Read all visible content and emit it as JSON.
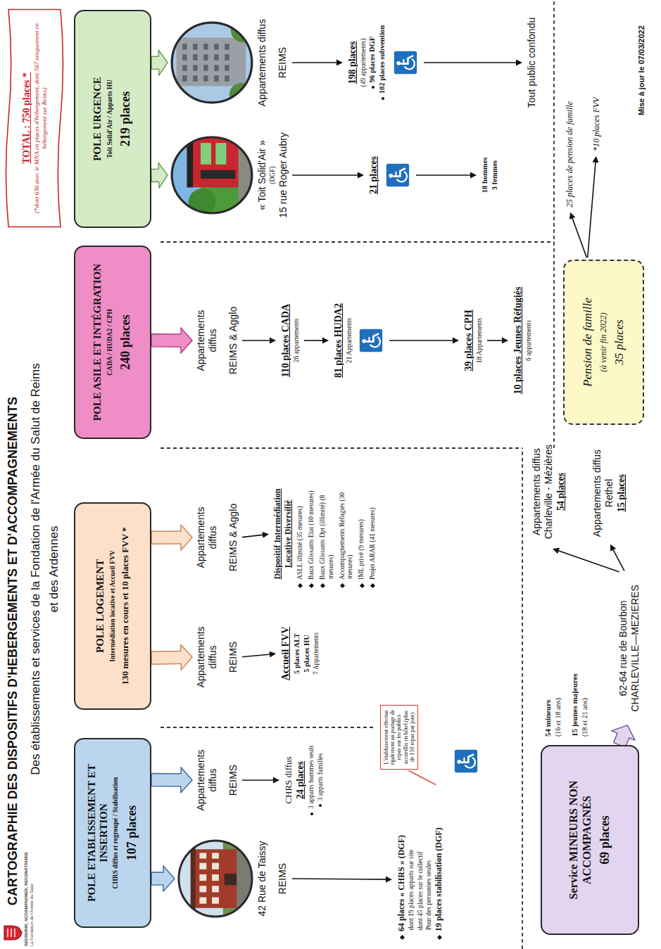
{
  "diagram": {
    "title": "CARTOGRAPHIE DES DISPOSITIFS D'HEBERGEMENTS ET D'ACCOMPAGNEMENTS",
    "nodes": [
      {
        "text": [
          "TOTAL : 750 places *",
          "(*dont 636 avec le MNA en places d'hébergement, dont 567 uniquement en hébergement sur Reims)"
        ]
      },
      {
        "text": [
          "POLE ETABLISSEMENT ET INSERTION",
          "CHRS diffus et regroupé / Stabilisation",
          "107 places"
        ]
      },
      {
        "text": [
          "POLE LOGEMENT",
          "Intermédiation locative et Accueil FVV",
          "130 mesures en cours et 10 places FVV *"
        ]
      },
      {
        "text": [
          "POLE ASILE ET INTÉGRATION",
          "CADA / HUDA2 / CPH",
          "240 places"
        ]
      },
      {
        "text": [
          "POLE URGENCE",
          "Toit Solid'Air / Apparts HU",
          "219 places"
        ]
      },
      {
        "text": [
          "42 Rue de Taissy",
          "REIMS"
        ]
      },
      {
        "text": [
          "64 places « CHRS » (DGF)",
          "dont 19 places apparts sur site",
          "dont 45 places sur le collectif",
          "Pour des personnes seules",
          "19 places stabilisation (DGF)"
        ]
      },
      {
        "text": [
          "Appartements diffus",
          "REIMS"
        ]
      },
      {
        "text": [
          "CHRS diffus",
          "24 places",
          "3 apparts hommes seuls",
          "3 apparts familles"
        ]
      },
      {
        "text": [
          "L'établissement effectue également un portage de repas sur les publics accueillis en hôtel (plus de 150 repas par jour)"
        ]
      },
      {
        "text": [
          "Appartements diffus",
          "REIMS"
        ]
      },
      {
        "text": [
          "Accueil FVV",
          "5 places ALT",
          "5 places HU",
          "7 Appartements"
        ]
      },
      {
        "text": [
          "Appartements diffus",
          "REIMS & Agglo"
        ]
      },
      {
        "text": [
          "Dispositif Intermédiation Locative Diversifié",
          "ASLL illimité (35 mesures)",
          "Baux Glissants Etat (10 mesures)",
          "Baux Glissants Dpt (illimité) (8 mesures)",
          "Accompagnements Réfugiés (30 mesures)",
          "IML privé (9 mesures)",
          "Projet ARAR (41 mesures)"
        ]
      },
      {
        "text": [
          "Appartements diffus",
          "REIMS & Agglo"
        ]
      },
      {
        "text": [
          "110 places CADA",
          "26 appartements"
        ]
      },
      {
        "text": [
          "81 places HUDA2",
          "21 Appartements"
        ]
      },
      {
        "text": [
          "39 places CPH",
          "18 Appartements"
        ]
      },
      {
        "text": [
          "10 places Jeunes Réfugiés",
          "6 appartements"
        ]
      },
      {
        "text": [
          "Pension de famille",
          "(à venir fin 2022)",
          "35 places"
        ]
      },
      {
        "text": [
          "25 places de pension de famille"
        ]
      },
      {
        "text": [
          "*10 places FVV"
        ]
      },
      {
        "text": [
          "« Toit Solid'Air »",
          "(DGF)",
          "15 rue Roger Aubry"
        ]
      },
      {
        "text": [
          "21 places"
        ]
      },
      {
        "text": [
          "18 hommes",
          "3 femmes"
        ]
      },
      {
        "text": [
          "Appartements diffus",
          "REIMS"
        ]
      },
      {
        "text": [
          "198 places",
          "(49 appartements)",
          "96 places DGF",
          "102 places subvention"
        ]
      },
      {
        "text": [
          "Tout public confondu"
        ]
      },
      {
        "text": [
          "Service MINEURS NON ACCOMPAGNÉS",
          "69 places"
        ]
      },
      {
        "text": [
          "62-64 rue de Bourbon",
          "CHARLEVILLE—MEZIERES"
        ]
      },
      {
        "text": [
          "Appartements diffus",
          "Charleville - Mézières",
          "54 places"
        ]
      },
      {
        "text": [
          "Appartements diffus",
          "Rethel",
          "15 places"
        ]
      }
    ],
    "edges": [
      {
        "from": 1,
        "to": 5,
        "arrow": "to"
      },
      {
        "from": 1,
        "to": 7,
        "arrow": "to"
      },
      {
        "from": 5,
        "to": 6,
        "arrow": "to"
      },
      {
        "from": 9,
        "to": 6,
        "arrow": "none"
      },
      {
        "from": 7,
        "to": 8,
        "arrow": "to"
      },
      {
        "from": 2,
        "to": 10,
        "arrow": "to"
      },
      {
        "from": 2,
        "to": 12,
        "arrow": "to"
      },
      {
        "from": 10,
        "to": 11,
        "arrow": "to"
      },
      {
        "from": 12,
        "to": 13,
        "arrow": "to"
      },
      {
        "from": 3,
        "to": 14,
        "arrow": "to"
      },
      {
        "from": 14,
        "to": 15,
        "arrow": "to"
      },
      {
        "from": 15,
        "to": 16,
        "arrow": "to"
      },
      {
        "from": 16,
        "to": 17,
        "arrow": "to"
      },
      {
        "from": 17,
        "to": 18,
        "arrow": "to"
      },
      {
        "from": 19,
        "to": 20,
        "arrow": "to"
      },
      {
        "from": 19,
        "to": 21,
        "arrow": "to"
      },
      {
        "from": 4,
        "to": 22,
        "arrow": "to"
      },
      {
        "from": 4,
        "to": 25,
        "arrow": "to"
      },
      {
        "from": 22,
        "to": 23,
        "arrow": "to"
      },
      {
        "from": 23,
        "to": 24,
        "arrow": "to"
      },
      {
        "from": 25,
        "to": 26,
        "arrow": "to"
      },
      {
        "from": 26,
        "to": 27,
        "arrow": "to"
      },
      {
        "from": 28,
        "to": 29,
        "arrow": "to"
      },
      {
        "from": 29,
        "to": 30,
        "arrow": "to"
      },
      {
        "from": 29,
        "to": 31,
        "arrow": "to"
      }
    ],
    "labels": [
      "SECOURIR, ACCOMPAGNER, RECONSTRUIRE",
      "La Fondation de l'Armée du Salut",
      "Des établissements et services de la Fondation de l'Armée du Salut de Reims et des Ardennes",
      "54 mineurs",
      "(16 et 18 ans)",
      "15 jeunes majeures",
      "(18 et 21 ans)",
      "Mise à jour le 07/03/2022"
    ]
  }
}
